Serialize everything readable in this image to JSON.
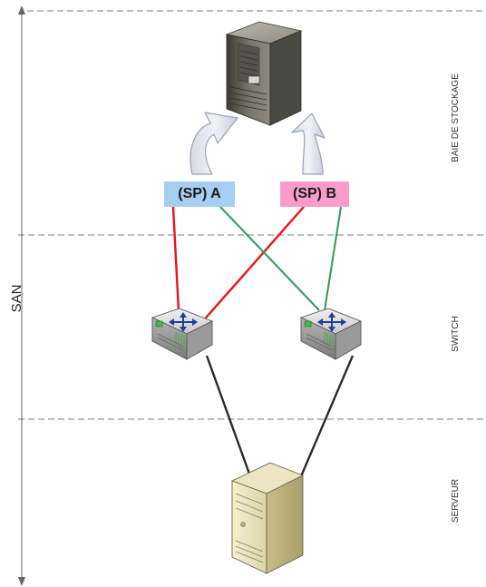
{
  "labels": {
    "san": "SAN",
    "baie": "BAIE DE STOCKAGE",
    "switch": "SWITCH",
    "serveur": "SERVEUR"
  },
  "sp": {
    "a": {
      "label": "(SP) A",
      "color": "#a6cdf2"
    },
    "b": {
      "label": "(SP) B",
      "color": "#f99ccc"
    }
  },
  "colors": {
    "red_link": "#e8141b",
    "green_link": "#2e9a5c",
    "black_link": "#2b2b2b",
    "divider": "#7a7a9a"
  },
  "icons": {
    "storage": "storage-array-icon",
    "switch": "network-switch-icon",
    "server": "server-tower-icon"
  }
}
